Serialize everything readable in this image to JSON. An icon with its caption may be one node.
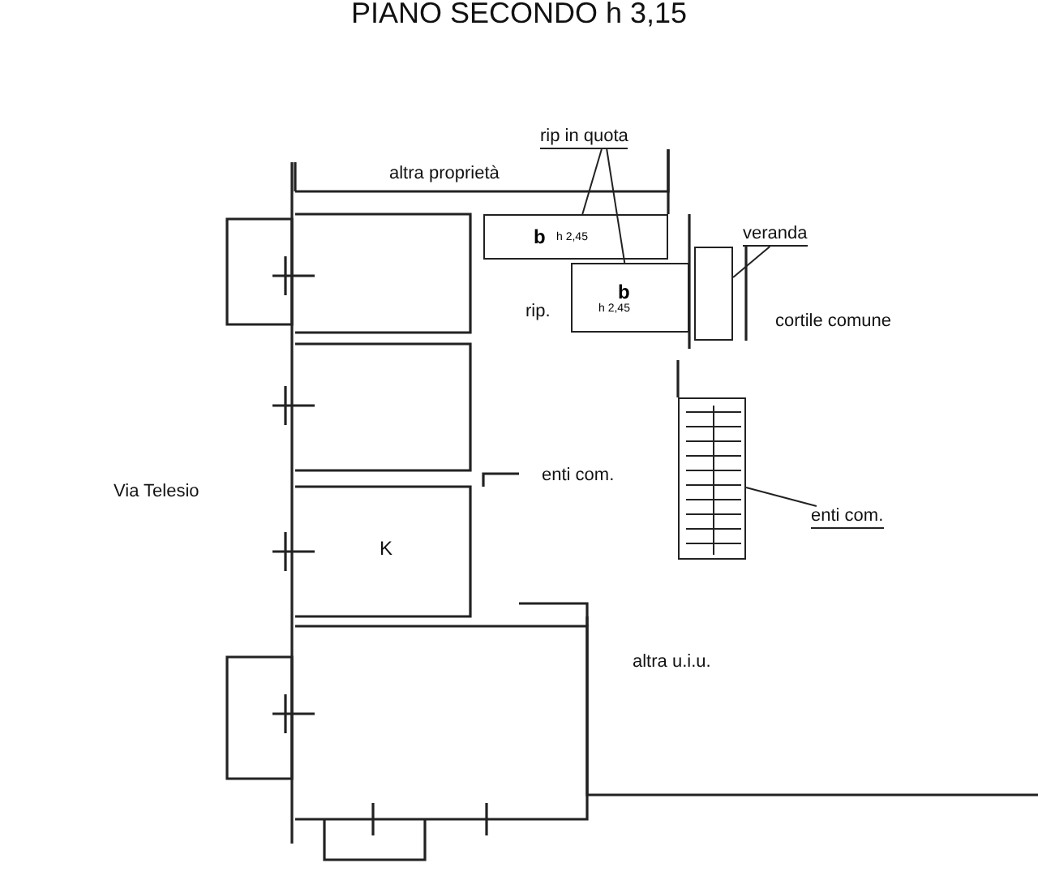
{
  "diagram": {
    "title": "PIANO SECONDO h 3,15",
    "nodes": [
      {
        "text": [
          "rip in quota"
        ]
      },
      {
        "text": [
          "b",
          "h 2,45"
        ]
      },
      {
        "text": [
          "b",
          "h 2,45"
        ]
      },
      {
        "text": [
          "veranda"
        ]
      },
      {
        "text": [],
        "shape": "box"
      },
      {
        "text": [
          "enti com."
        ]
      },
      {
        "text": [],
        "shape": "box"
      }
    ],
    "edges": [
      {
        "from": 0,
        "to": 1,
        "arrow": "none"
      },
      {
        "from": 0,
        "to": 2,
        "arrow": "none"
      },
      {
        "from": 3,
        "to": 4,
        "arrow": "none"
      },
      {
        "from": 6,
        "to": 5,
        "arrow": "none"
      }
    ],
    "labels": [
      "altra proprietà",
      "rip.",
      "cortile comune",
      "Via Telesio",
      "enti com.",
      "K",
      "altra u.i.u."
    ]
  }
}
